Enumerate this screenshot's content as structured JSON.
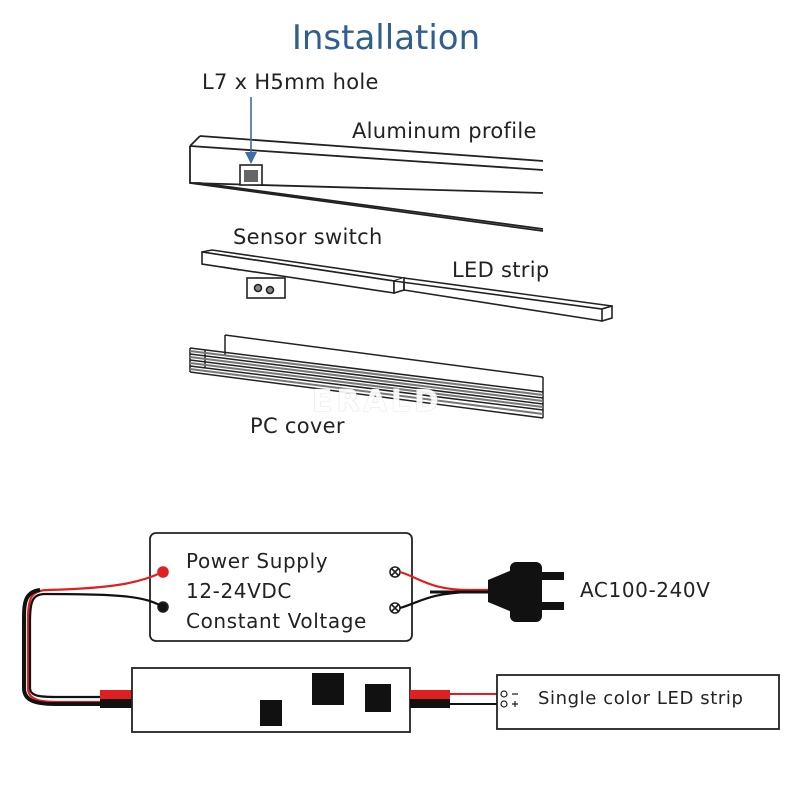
{
  "title": "Installation",
  "installation": {
    "hole_label": "L7 x H5mm hole",
    "profile_label": "Aluminum profile",
    "sensor_label": "Sensor switch",
    "strip_label": "LED strip",
    "cover_label": "PC cover"
  },
  "wiring": {
    "power_supply_line1": "Power Supply",
    "power_supply_line2": "12-24VDC",
    "power_supply_line3": "Constant Voltage",
    "ac_label": "AC100-240V",
    "led_strip_box_label": "Single color LED strip",
    "wire_colors": {
      "positive": "#e02020",
      "negative": "#111111"
    }
  },
  "watermark": "ERALD"
}
